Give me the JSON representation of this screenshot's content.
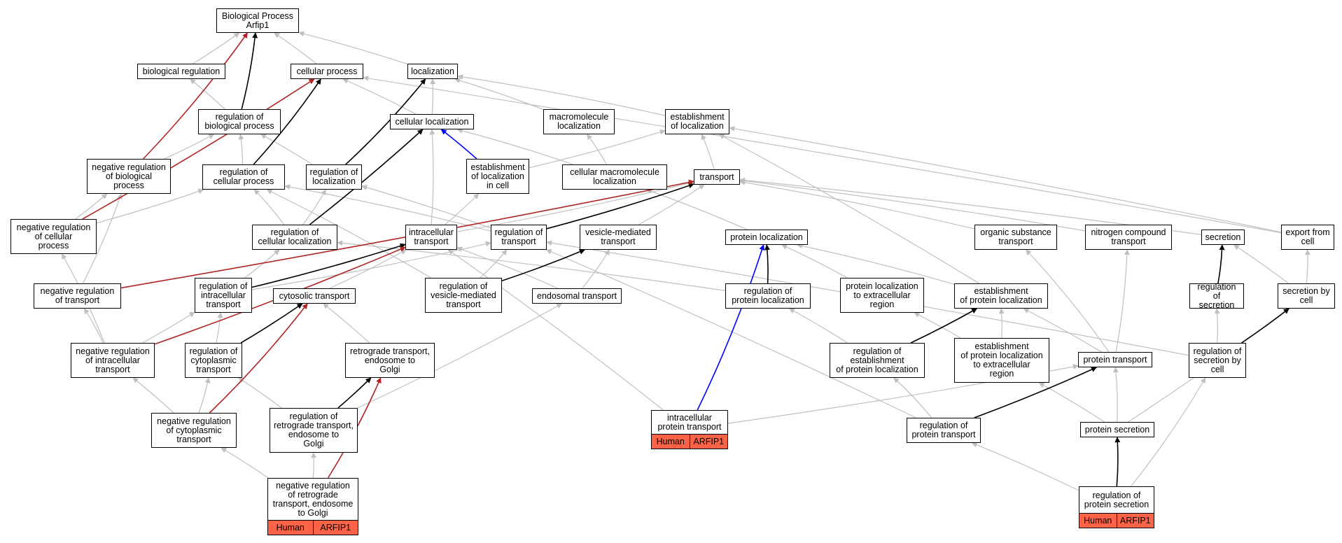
{
  "graph": {
    "colors": {
      "gray": "#c0c0c0",
      "black": "#000000",
      "red": "#b22222",
      "blue": "#0000ff",
      "badge": "#ff6347"
    },
    "nodes": [
      {
        "id": "bp",
        "label": "Biological Process\nArfip1"
      },
      {
        "id": "biolreg",
        "label": "biological regulation"
      },
      {
        "id": "cellproc",
        "label": "cellular process"
      },
      {
        "id": "localization",
        "label": "localization"
      },
      {
        "id": "regbio",
        "label": "regulation of\nbiological process"
      },
      {
        "id": "cellloc",
        "label": "cellular localization"
      },
      {
        "id": "macroloc",
        "label": "macromolecule\nlocalization"
      },
      {
        "id": "estloc",
        "label": "establishment\nof localization"
      },
      {
        "id": "negregbio",
        "label": "negative regulation\nof biological\nprocess"
      },
      {
        "id": "regcell",
        "label": "regulation of\ncellular process"
      },
      {
        "id": "regloc",
        "label": "regulation of\nlocalization"
      },
      {
        "id": "estlocincell",
        "label": "establishment\nof localization\nin cell"
      },
      {
        "id": "cellmacroloc",
        "label": "cellular macromolecule\nlocalization"
      },
      {
        "id": "transport",
        "label": "transport"
      },
      {
        "id": "negregcell",
        "label": "negative regulation\nof cellular\nprocess"
      },
      {
        "id": "regcellloc",
        "label": "regulation of\ncellular localization"
      },
      {
        "id": "intratrans",
        "label": "intracellular\ntransport"
      },
      {
        "id": "regtrans",
        "label": "regulation of\ntransport"
      },
      {
        "id": "vesmed",
        "label": "vesicle-mediated\ntransport"
      },
      {
        "id": "protloc",
        "label": "protein localization"
      },
      {
        "id": "orgsub",
        "label": "organic substance\ntransport"
      },
      {
        "id": "nitro",
        "label": "nitrogen compound\ntransport"
      },
      {
        "id": "secretion",
        "label": "secretion"
      },
      {
        "id": "exportcell",
        "label": "export from\ncell"
      },
      {
        "id": "negregtrans",
        "label": "negative regulation\nof transport"
      },
      {
        "id": "regintra",
        "label": "regulation of\nintracellular\ntransport"
      },
      {
        "id": "cytotrans",
        "label": "cytosolic transport"
      },
      {
        "id": "regvesmed",
        "label": "regulation of\nvesicle-mediated\ntransport"
      },
      {
        "id": "endotrans",
        "label": "endosomal transport"
      },
      {
        "id": "regprotloc",
        "label": "regulation of\nprotein localization"
      },
      {
        "id": "protlocextra",
        "label": "protein localization\nto extracellular\nregion"
      },
      {
        "id": "estprotloc",
        "label": "establishment\nof protein localization"
      },
      {
        "id": "regsec",
        "label": "regulation of\nsecretion"
      },
      {
        "id": "secbycell",
        "label": "secretion by\ncell"
      },
      {
        "id": "negregintra",
        "label": "negative regulation\nof intracellular\ntransport"
      },
      {
        "id": "regcyto",
        "label": "regulation of\ncytoplasmic\ntransport"
      },
      {
        "id": "retro",
        "label": "retrograde transport,\nendosome to\nGolgi"
      },
      {
        "id": "regestprot",
        "label": "regulation of\nestablishment\nof protein localization"
      },
      {
        "id": "estprotlocextra",
        "label": "establishment\nof protein localization\nto extracellular\nregion"
      },
      {
        "id": "prottrans",
        "label": "protein transport"
      },
      {
        "id": "regsecbycell",
        "label": "regulation of\nsecretion by\ncell"
      },
      {
        "id": "negregcyto",
        "label": "negative regulation\nof cytoplasmic\ntransport"
      },
      {
        "id": "regretro",
        "label": "regulation of\nretrograde transport,\nendosome to\nGolgi"
      },
      {
        "id": "intraprot",
        "label": "intracellular\nprotein transport",
        "badges": [
          "Human",
          "ARFIP1"
        ]
      },
      {
        "id": "regprottrans",
        "label": "regulation of\nprotein transport"
      },
      {
        "id": "protsec",
        "label": "protein secretion"
      },
      {
        "id": "negregretro",
        "label": "negative regulation\nof retrograde\ntransport, endosome\nto Golgi",
        "badges": [
          "Human",
          "ARFIP1"
        ]
      },
      {
        "id": "regprotsec",
        "label": "regulation of\nprotein secretion",
        "badges": [
          "Human",
          "ARFIP1"
        ]
      }
    ],
    "edges": [
      {
        "from": "biolreg",
        "to": "bp",
        "kind": "is_a"
      },
      {
        "from": "cellproc",
        "to": "bp",
        "kind": "is_a"
      },
      {
        "from": "localization",
        "to": "bp",
        "kind": "is_a"
      },
      {
        "from": "regbio",
        "to": "bp",
        "kind": "regulates"
      },
      {
        "from": "negregbio",
        "to": "bp",
        "kind": "negatively_regulates"
      },
      {
        "from": "regbio",
        "to": "biolreg",
        "kind": "is_a"
      },
      {
        "from": "negregcell",
        "to": "cellproc",
        "kind": "negatively_regulates"
      },
      {
        "from": "regcell",
        "to": "cellproc",
        "kind": "regulates"
      },
      {
        "from": "cellloc",
        "to": "cellproc",
        "kind": "is_a"
      },
      {
        "from": "regloc",
        "to": "localization",
        "kind": "regulates"
      },
      {
        "from": "cellloc",
        "to": "localization",
        "kind": "is_a"
      },
      {
        "from": "macroloc",
        "to": "localization",
        "kind": "is_a"
      },
      {
        "from": "estloc",
        "to": "localization",
        "kind": "is_a"
      },
      {
        "from": "negregbio",
        "to": "regbio",
        "kind": "is_a"
      },
      {
        "from": "regcell",
        "to": "regbio",
        "kind": "is_a"
      },
      {
        "from": "regloc",
        "to": "regbio",
        "kind": "is_a"
      },
      {
        "from": "estlocincell",
        "to": "cellloc",
        "kind": "part_of"
      },
      {
        "from": "cellmacroloc",
        "to": "cellloc",
        "kind": "is_a"
      },
      {
        "from": "regcellloc",
        "to": "cellloc",
        "kind": "regulates"
      },
      {
        "from": "intratrans",
        "to": "cellloc",
        "kind": "is_a"
      },
      {
        "from": "cellmacroloc",
        "to": "macroloc",
        "kind": "is_a"
      },
      {
        "from": "estlocincell",
        "to": "estloc",
        "kind": "is_a"
      },
      {
        "from": "transport",
        "to": "estloc",
        "kind": "is_a"
      },
      {
        "from": "negregcell",
        "to": "negregbio",
        "kind": "is_a"
      },
      {
        "from": "negregtrans",
        "to": "negregbio",
        "kind": "is_a"
      },
      {
        "from": "negregcell",
        "to": "regcell",
        "kind": "is_a"
      },
      {
        "from": "regcellloc",
        "to": "regcell",
        "kind": "is_a"
      },
      {
        "from": "regvesmed",
        "to": "regcell",
        "kind": "is_a"
      },
      {
        "from": "regtrans",
        "to": "regcell",
        "kind": "is_a"
      },
      {
        "from": "regcellloc",
        "to": "regloc",
        "kind": "is_a"
      },
      {
        "from": "regtrans",
        "to": "regloc",
        "kind": "is_a"
      },
      {
        "from": "intratrans",
        "to": "estlocincell",
        "kind": "is_a"
      },
      {
        "from": "protloc",
        "to": "cellmacroloc",
        "kind": "is_a"
      },
      {
        "from": "intratrans",
        "to": "transport",
        "kind": "is_a"
      },
      {
        "from": "regtrans",
        "to": "transport",
        "kind": "regulates"
      },
      {
        "from": "negregtrans",
        "to": "transport",
        "kind": "negatively_regulates"
      },
      {
        "from": "vesmed",
        "to": "transport",
        "kind": "is_a"
      },
      {
        "from": "orgsub",
        "to": "transport",
        "kind": "is_a"
      },
      {
        "from": "nitro",
        "to": "transport",
        "kind": "is_a"
      },
      {
        "from": "secretion",
        "to": "transport",
        "kind": "is_a"
      },
      {
        "from": "exportcell",
        "to": "cellproc",
        "kind": "is_a"
      },
      {
        "from": "exportcell",
        "to": "estloc",
        "kind": "is_a"
      },
      {
        "from": "estprotloc",
        "to": "estloc",
        "kind": "is_a"
      },
      {
        "from": "negregintra",
        "to": "negregcell",
        "kind": "is_a"
      },
      {
        "from": "regintra",
        "to": "regcellloc",
        "kind": "is_a"
      },
      {
        "from": "regprotloc",
        "to": "regcellloc",
        "kind": "is_a"
      },
      {
        "from": "cytotrans",
        "to": "intratrans",
        "kind": "is_a"
      },
      {
        "from": "endotrans",
        "to": "intratrans",
        "kind": "is_a"
      },
      {
        "from": "intraprot",
        "to": "intratrans",
        "kind": "is_a"
      },
      {
        "from": "regintra",
        "to": "intratrans",
        "kind": "regulates"
      },
      {
        "from": "negregintra",
        "to": "intratrans",
        "kind": "negatively_regulates"
      },
      {
        "from": "regintra",
        "to": "regtrans",
        "kind": "is_a"
      },
      {
        "from": "regvesmed",
        "to": "regtrans",
        "kind": "is_a"
      },
      {
        "from": "regprottrans",
        "to": "regtrans",
        "kind": "is_a"
      },
      {
        "from": "regsecbycell",
        "to": "regtrans",
        "kind": "is_a"
      },
      {
        "from": "regvesmed",
        "to": "vesmed",
        "kind": "regulates"
      },
      {
        "from": "endotrans",
        "to": "vesmed",
        "kind": "is_a"
      },
      {
        "from": "regprotloc",
        "to": "protloc",
        "kind": "regulates"
      },
      {
        "from": "protlocextra",
        "to": "protloc",
        "kind": "is_a"
      },
      {
        "from": "estprotloc",
        "to": "protloc",
        "kind": "is_a"
      },
      {
        "from": "intraprot",
        "to": "protloc",
        "kind": "part_of"
      },
      {
        "from": "prottrans",
        "to": "orgsub",
        "kind": "is_a"
      },
      {
        "from": "prottrans",
        "to": "nitro",
        "kind": "is_a"
      },
      {
        "from": "regsec",
        "to": "secretion",
        "kind": "regulates"
      },
      {
        "from": "secbycell",
        "to": "secretion",
        "kind": "is_a"
      },
      {
        "from": "secbycell",
        "to": "exportcell",
        "kind": "is_a"
      },
      {
        "from": "negregintra",
        "to": "negregtrans",
        "kind": "is_a"
      },
      {
        "from": "regcyto",
        "to": "regintra",
        "kind": "is_a"
      },
      {
        "from": "negregintra",
        "to": "regintra",
        "kind": "is_a"
      },
      {
        "from": "regcyto",
        "to": "cytotrans",
        "kind": "regulates"
      },
      {
        "from": "negregcyto",
        "to": "cytotrans",
        "kind": "negatively_regulates"
      },
      {
        "from": "retro",
        "to": "cytotrans",
        "kind": "is_a"
      },
      {
        "from": "regretro",
        "to": "endotrans",
        "kind": "is_a"
      },
      {
        "from": "regestprot",
        "to": "regprotloc",
        "kind": "is_a"
      },
      {
        "from": "estprotlocextra",
        "to": "protlocextra",
        "kind": "is_a"
      },
      {
        "from": "regestprot",
        "to": "estprotloc",
        "kind": "regulates"
      },
      {
        "from": "estprotlocextra",
        "to": "estprotloc",
        "kind": "is_a"
      },
      {
        "from": "prottrans",
        "to": "estprotloc",
        "kind": "is_a"
      },
      {
        "from": "regsecbycell",
        "to": "regsec",
        "kind": "is_a"
      },
      {
        "from": "regsecbycell",
        "to": "secbycell",
        "kind": "regulates"
      },
      {
        "from": "protsec",
        "to": "secbycell",
        "kind": "is_a"
      },
      {
        "from": "negregcyto",
        "to": "negregintra",
        "kind": "is_a"
      },
      {
        "from": "negregcyto",
        "to": "regcyto",
        "kind": "is_a"
      },
      {
        "from": "regretro",
        "to": "regcyto",
        "kind": "is_a"
      },
      {
        "from": "regretro",
        "to": "retro",
        "kind": "regulates"
      },
      {
        "from": "regprottrans",
        "to": "regestprot",
        "kind": "is_a"
      },
      {
        "from": "protsec",
        "to": "estprotlocextra",
        "kind": "is_a"
      },
      {
        "from": "intraprot",
        "to": "prottrans",
        "kind": "is_a"
      },
      {
        "from": "regprottrans",
        "to": "prottrans",
        "kind": "regulates"
      },
      {
        "from": "protsec",
        "to": "prottrans",
        "kind": "is_a"
      },
      {
        "from": "regprotsec",
        "to": "regsecbycell",
        "kind": "is_a"
      },
      {
        "from": "negregretro",
        "to": "negregcyto",
        "kind": "is_a"
      },
      {
        "from": "negregretro",
        "to": "regretro",
        "kind": "is_a"
      },
      {
        "from": "negregretro",
        "to": "retro",
        "kind": "negatively_regulates"
      },
      {
        "from": "regprotsec",
        "to": "regprottrans",
        "kind": "is_a"
      },
      {
        "from": "regprotsec",
        "to": "protsec",
        "kind": "regulates"
      }
    ]
  }
}
